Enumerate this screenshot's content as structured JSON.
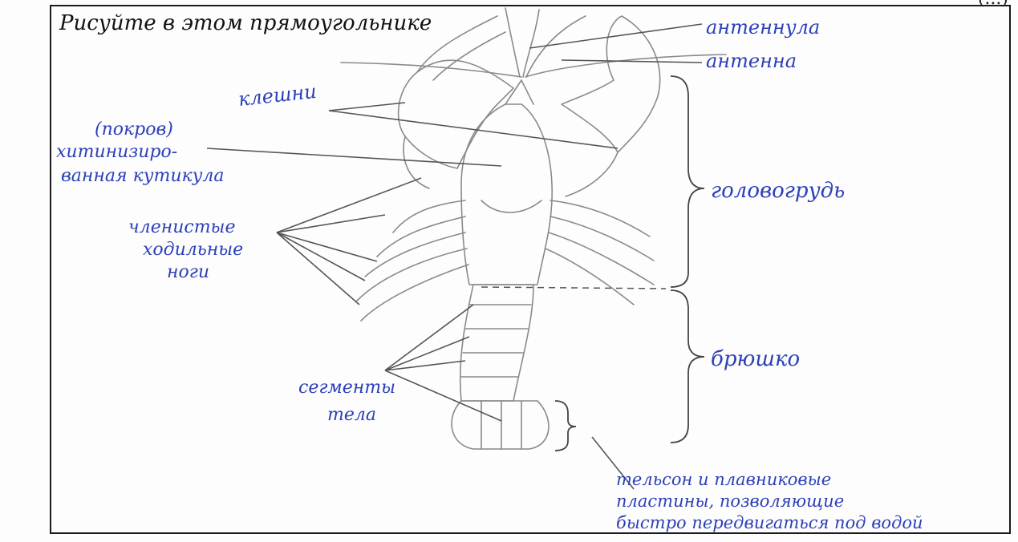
{
  "instruction": "Рисуйте в этом прямоугольнике",
  "corner_text": "(...)",
  "labels": {
    "antennula": "антеннула",
    "antenna": "антенна",
    "claws": "клешни",
    "cuticle": "(покров) хитинизиро- ванная кутикула",
    "legs": "членистые ходильные ноги",
    "cephalothorax": "головогрудь",
    "abdomen": "брюшко",
    "segments": "сегменты тела",
    "telson": "тельсон и плавниковые пластины, позволяющие быстро передвигаться под водой"
  },
  "colors": {
    "ink": "#2b3fb8",
    "pencil": "#8a8a8a",
    "line": "#555555"
  }
}
